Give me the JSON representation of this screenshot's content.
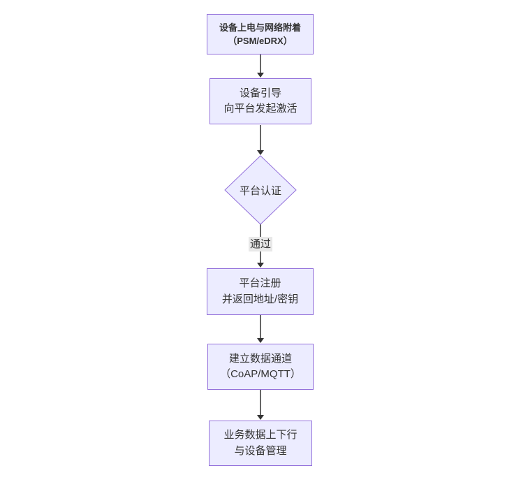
{
  "diagram": {
    "type": "flowchart",
    "direction": "top-down",
    "colors": {
      "background": "#ffffff",
      "node_fill": "#ECECFF",
      "node_border": "#9370DB",
      "text": "#333333",
      "edge": "#333333",
      "edge_label_bg": "#e8e8e8"
    },
    "nodes": [
      {
        "id": "power",
        "shape": "rect",
        "line1": "设备上电与网络附着",
        "line2": "（PSM/eDRX）"
      },
      {
        "id": "bootstrap",
        "shape": "rect",
        "line1": "设备引导",
        "line2": "向平台发起激活"
      },
      {
        "id": "auth",
        "shape": "diamond",
        "line1": "平台认证",
        "line2": ""
      },
      {
        "id": "register",
        "shape": "rect",
        "line1": "平台注册",
        "line2": "并返回地址/密钥"
      },
      {
        "id": "channel",
        "shape": "rect",
        "line1": "建立数据通道",
        "line2": "（CoAP/MQTT）"
      },
      {
        "id": "business",
        "shape": "rect",
        "line1": "业务数据上下行",
        "line2": "与设备管理"
      }
    ],
    "edges": [
      {
        "from": "power",
        "to": "bootstrap",
        "label": ""
      },
      {
        "from": "bootstrap",
        "to": "auth",
        "label": ""
      },
      {
        "from": "auth",
        "to": "register",
        "label": "通过"
      },
      {
        "from": "register",
        "to": "channel",
        "label": ""
      },
      {
        "from": "channel",
        "to": "business",
        "label": ""
      }
    ]
  }
}
